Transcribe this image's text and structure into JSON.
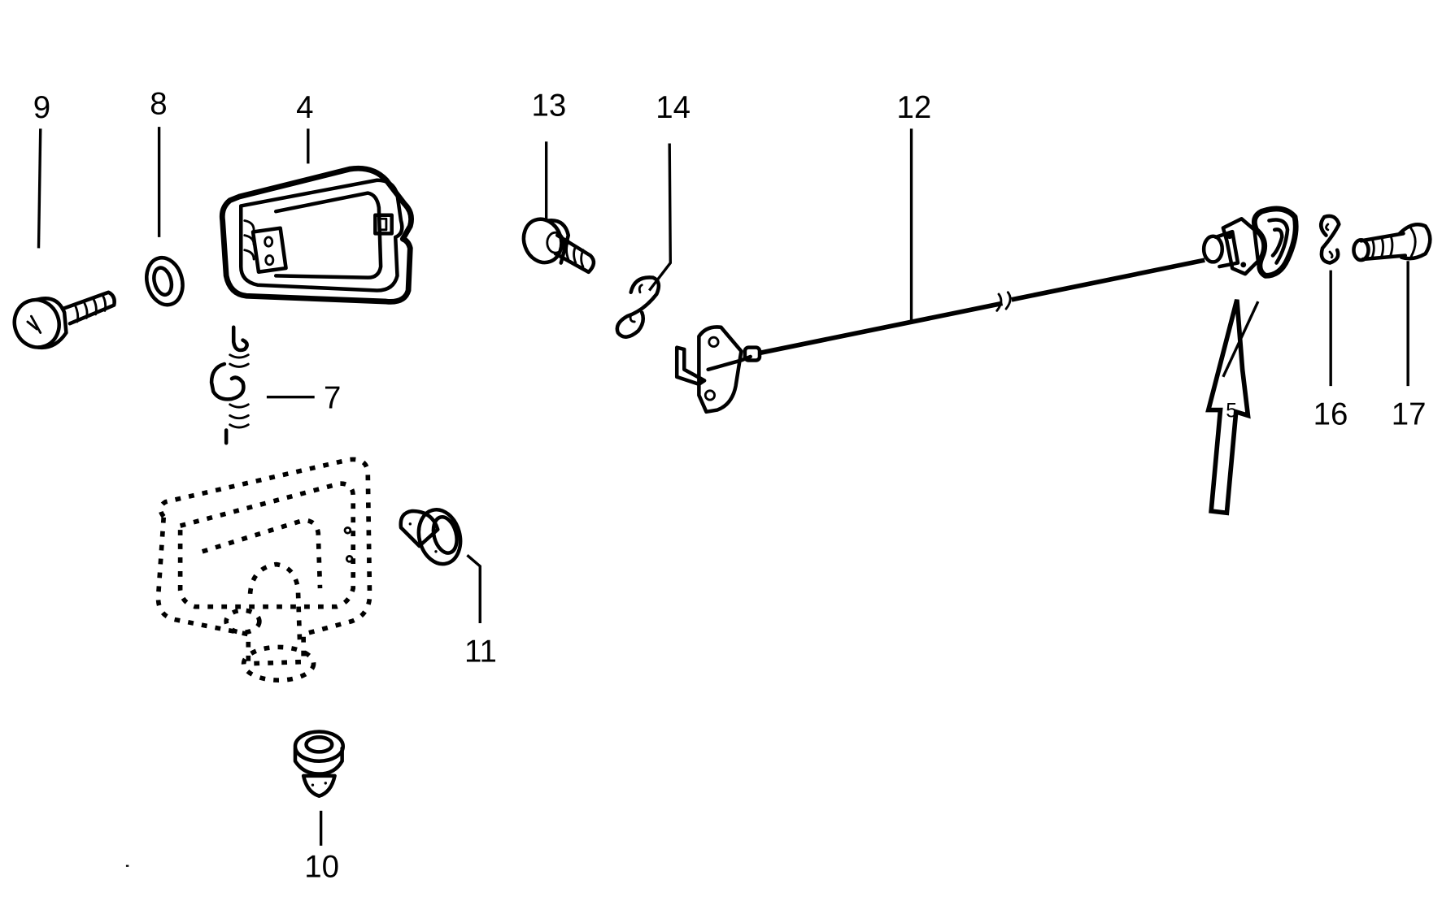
{
  "diagram": {
    "type": "exploded parts diagram",
    "callouts": {
      "p4": "4",
      "p5": "5",
      "p7": "7",
      "p8": "8",
      "p9": "9",
      "p10": "10",
      "p11": "11",
      "p12": "12",
      "p13": "13",
      "p14": "14",
      "p16": "16",
      "p17": "17"
    },
    "parts": [
      {
        "id": "9",
        "name": "Phillips head screw"
      },
      {
        "id": "8",
        "name": "washer"
      },
      {
        "id": "4",
        "name": "handle housing"
      },
      {
        "id": "7",
        "name": "spring"
      },
      {
        "id": "10",
        "name": "plastic expanding rivet"
      },
      {
        "id": "11",
        "name": "grommet"
      },
      {
        "id": "13",
        "name": "screw"
      },
      {
        "id": "14",
        "name": "S-clip"
      },
      {
        "id": "12",
        "name": "release cable"
      },
      {
        "id": "5",
        "name": "cable pull handle (indicated by arrow)"
      },
      {
        "id": "16",
        "name": "S-clip"
      },
      {
        "id": "17",
        "name": "screw"
      }
    ]
  }
}
